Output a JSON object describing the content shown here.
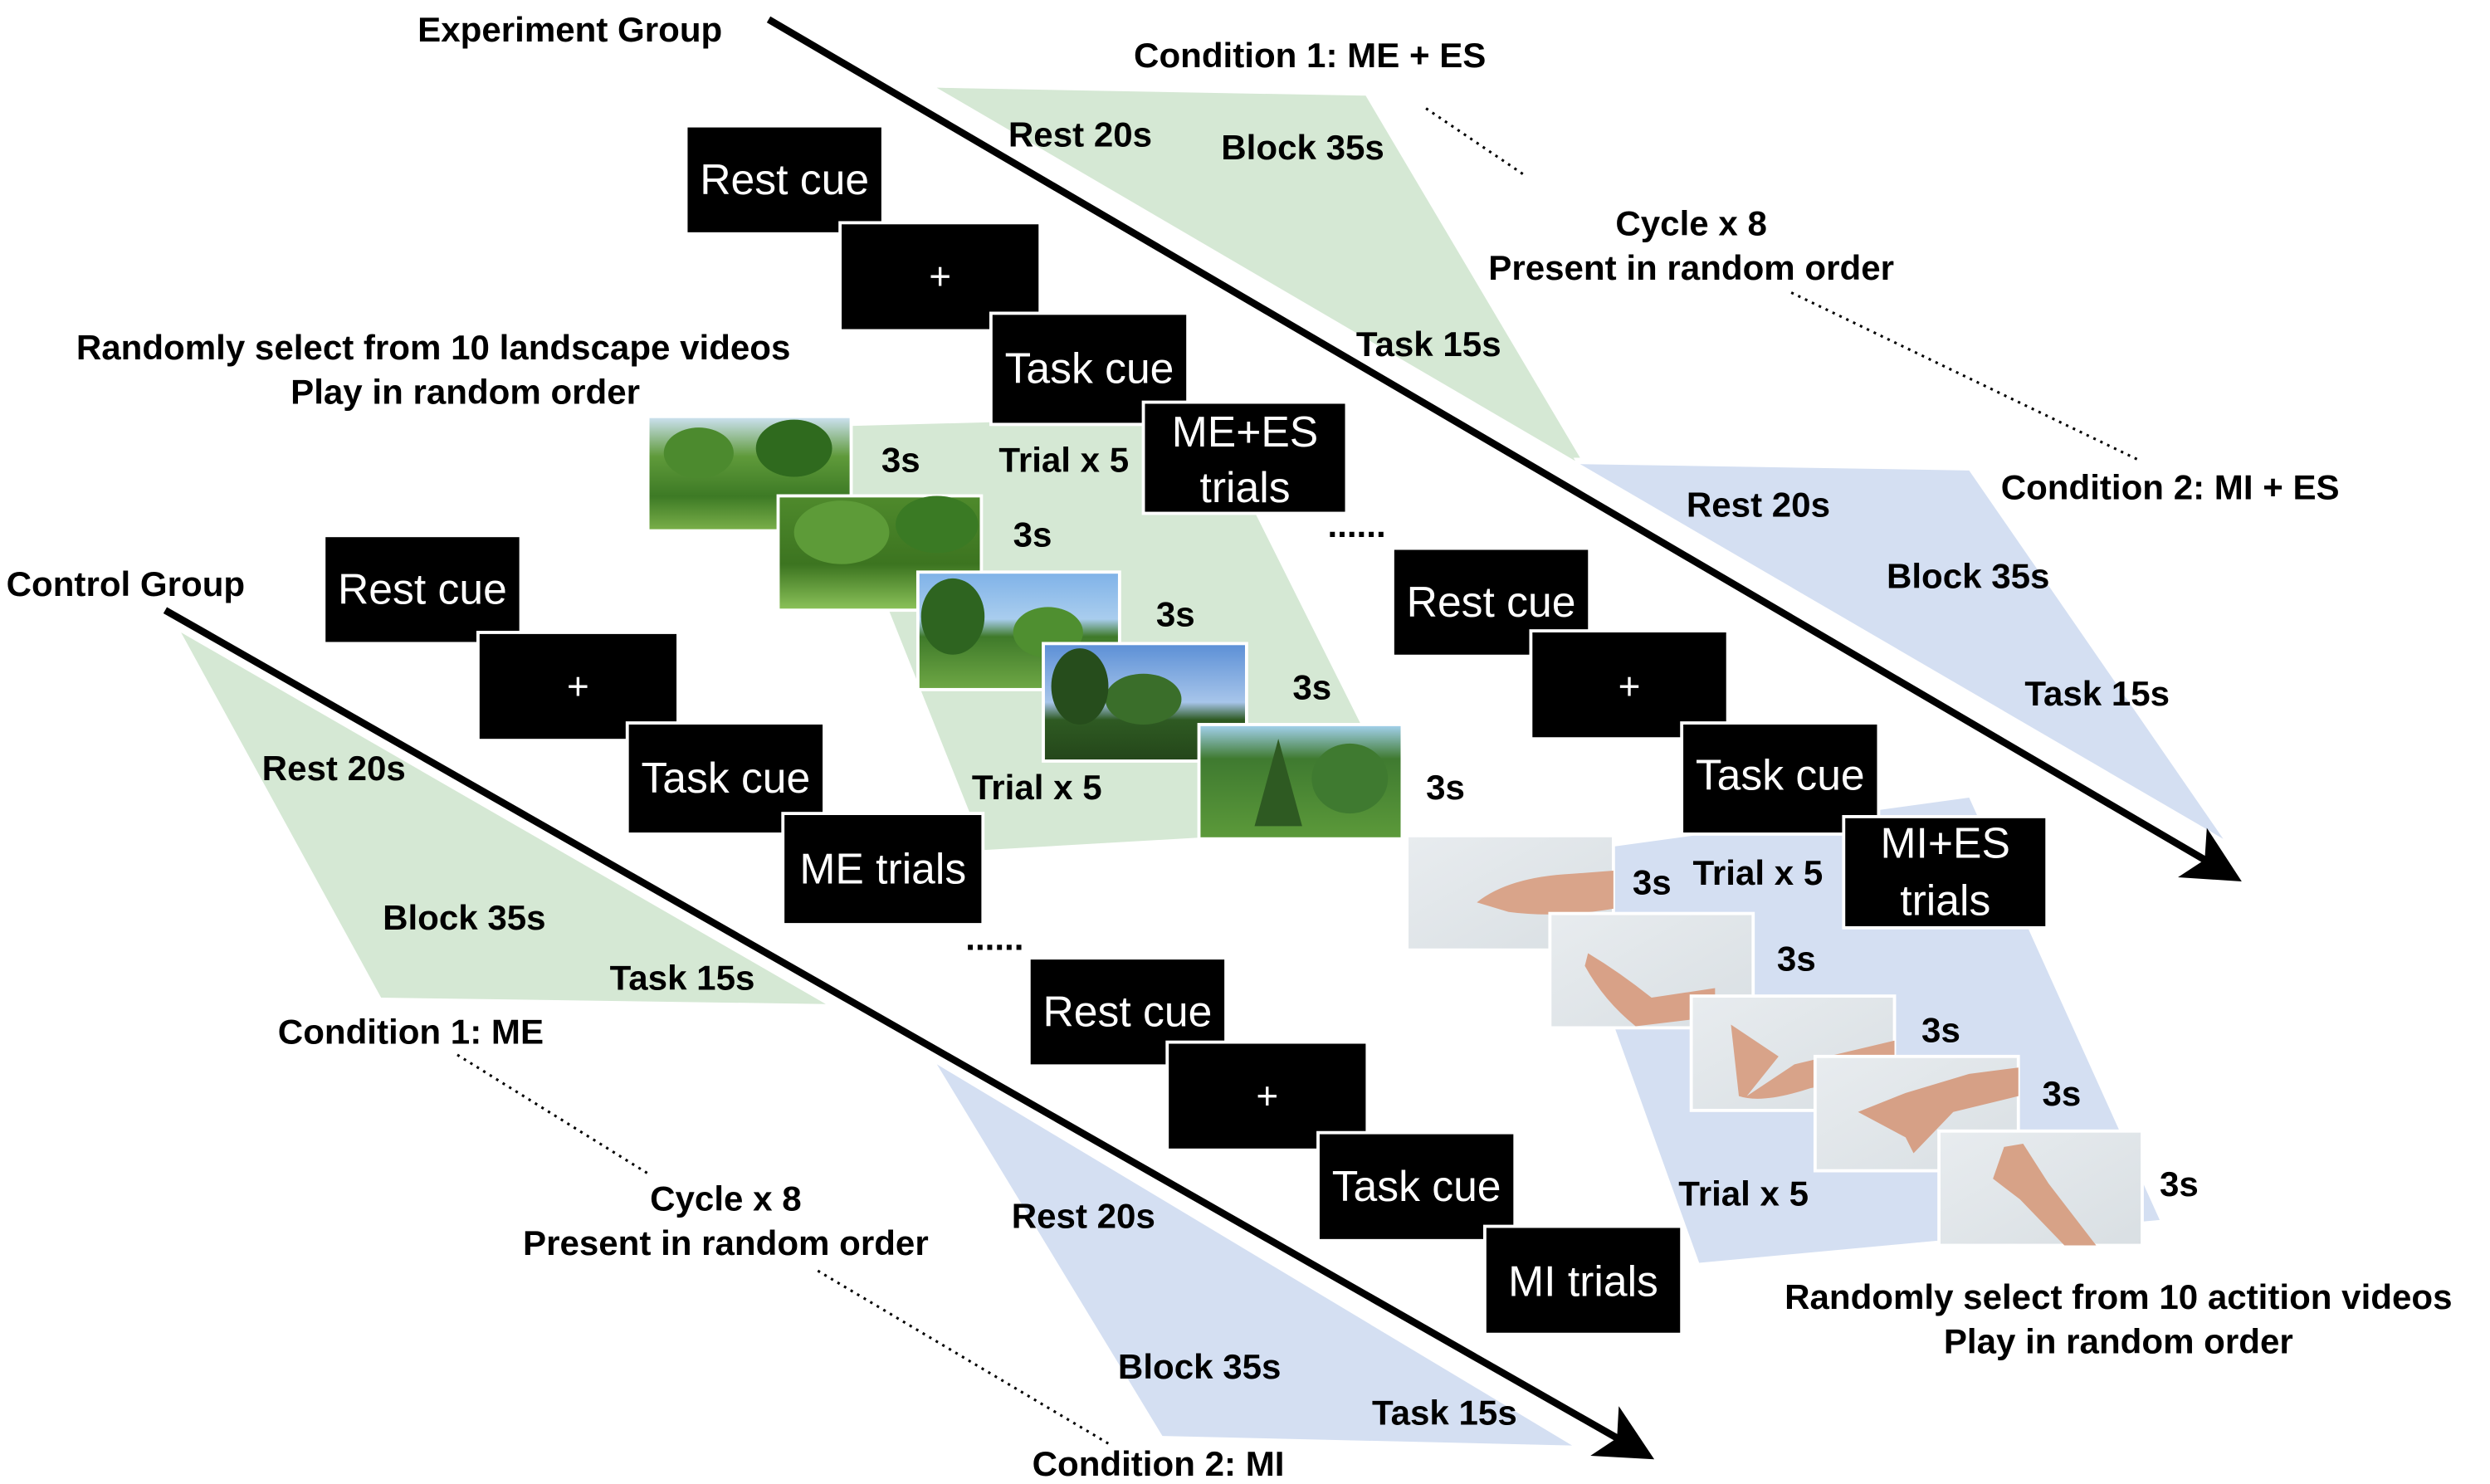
{
  "colors": {
    "green_phase": "#d5e8d4",
    "blue_phase": "#d4dff2",
    "cue_background": "#000000",
    "cue_text": "#ffffff",
    "axis": "#000000"
  },
  "experiment_group": {
    "title": "Experiment Group",
    "condition1": {
      "label": "Condition 1: ME + ES",
      "rest": "Rest 20s",
      "block": "Block 35s",
      "task": "Task 15s"
    },
    "cycle": {
      "line1": "Cycle x 8",
      "line2": "Present in random order"
    },
    "condition2": {
      "label": "Condition 2: MI + ES",
      "rest": "Rest 20s",
      "block": "Block 35s",
      "task": "Task 15s"
    },
    "sequence1": {
      "rest_cue": "Rest cue",
      "fixation": "+",
      "task_cue": "Task cue",
      "trials_line1": "ME+ES",
      "trials_line2": "trials",
      "trial_count_top": "Trial x 5",
      "trial_count_bottom": "Trial x 5",
      "durations": [
        "3s",
        "3s",
        "3s",
        "3s",
        "3s"
      ],
      "video_note_line1": "Randomly select from 10 landscape videos",
      "video_note_line2": "Play in random order",
      "videos": [
        "landscape-video-1",
        "landscape-video-2",
        "landscape-video-3",
        "landscape-video-4",
        "landscape-video-5"
      ]
    },
    "ellipsis": "......",
    "sequence2": {
      "rest_cue": "Rest cue",
      "fixation": "+",
      "task_cue": "Task cue",
      "trials_line1": "MI+ES",
      "trials_line2": "trials",
      "trial_count_top": "Trial x 5",
      "trial_count_bottom": "Trial x 5",
      "durations": [
        "3s",
        "3s",
        "3s",
        "3s",
        "3s"
      ],
      "video_note_line1": "Randomly select from 10 actition videos",
      "video_note_line2": "Play in random order",
      "videos": [
        "hand-action-video-1",
        "hand-action-video-2",
        "hand-action-video-3",
        "hand-action-video-4",
        "hand-action-video-5"
      ]
    }
  },
  "control_group": {
    "title": "Control Group",
    "condition1": {
      "label": "Condition 1: ME",
      "rest": "Rest 20s",
      "block": "Block 35s",
      "task": "Task 15s"
    },
    "cycle": {
      "line1": "Cycle x 8",
      "line2": "Present in random order"
    },
    "condition2": {
      "label": "Condition 2: MI",
      "rest": "Rest 20s",
      "block": "Block 35s",
      "task": "Task 15s"
    },
    "sequence1": {
      "rest_cue": "Rest cue",
      "fixation": "+",
      "task_cue": "Task cue",
      "trials": "ME trials"
    },
    "ellipsis": "......",
    "sequence2": {
      "rest_cue": "Rest cue",
      "fixation": "+",
      "task_cue": "Task cue",
      "trials": "MI trials"
    }
  }
}
